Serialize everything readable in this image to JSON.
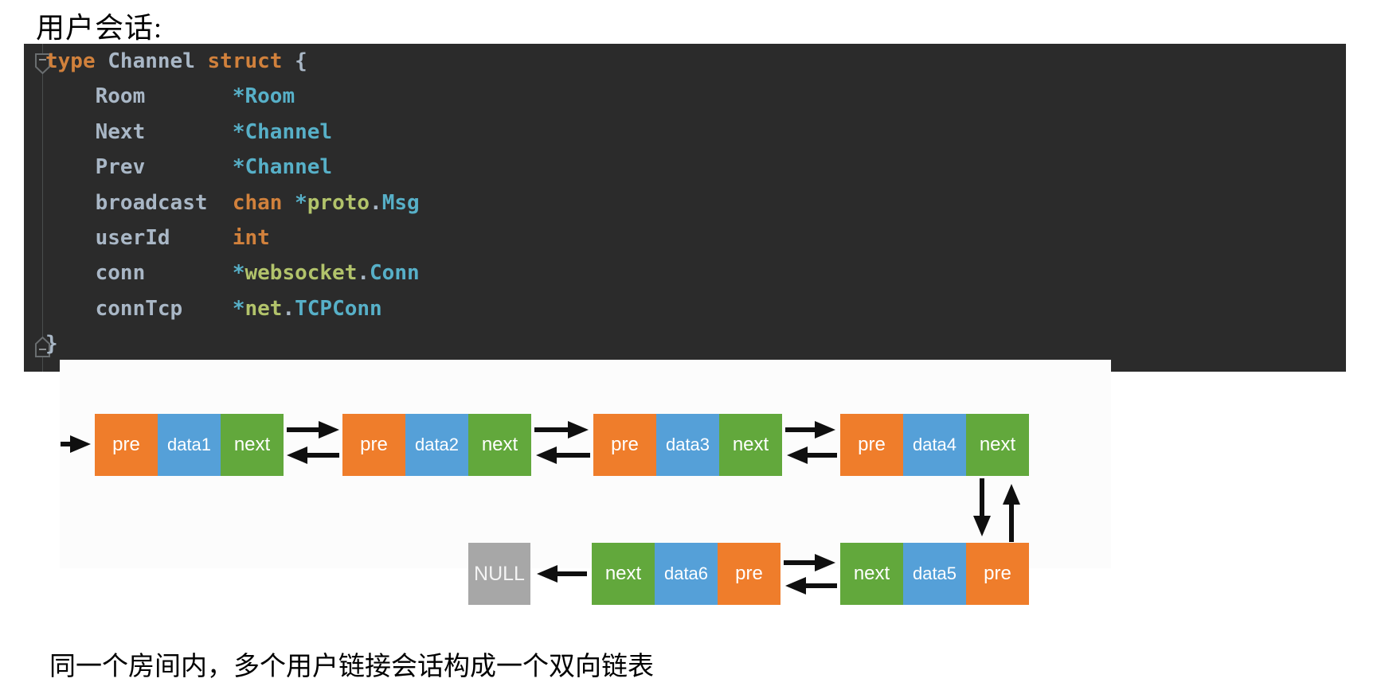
{
  "page": {
    "title": "用户会话:",
    "caption": "同一个房间内，多个用户链接会话构成一个双向链表"
  },
  "code_editor": {
    "language": "go",
    "background": "#2B2B2B",
    "syntax_colors": {
      "keyword": "#D1813C",
      "identifier": "#A9B7C6",
      "type": "#57B0C8",
      "package": "#B2C36B"
    },
    "lines": [
      {
        "tokens": [
          {
            "t": "type ",
            "c": "kw"
          },
          {
            "t": "Channel ",
            "c": "id"
          },
          {
            "t": "struct ",
            "c": "kw"
          },
          {
            "t": "{",
            "c": "plain"
          }
        ]
      },
      {
        "tokens": [
          {
            "t": "    ",
            "c": "plain"
          },
          {
            "t": "Room",
            "c": "id"
          },
          {
            "t": "       ",
            "c": "plain"
          },
          {
            "t": "*Room",
            "c": "type"
          }
        ]
      },
      {
        "tokens": [
          {
            "t": "    ",
            "c": "plain"
          },
          {
            "t": "Next",
            "c": "id"
          },
          {
            "t": "       ",
            "c": "plain"
          },
          {
            "t": "*Channel",
            "c": "type"
          }
        ]
      },
      {
        "tokens": [
          {
            "t": "    ",
            "c": "plain"
          },
          {
            "t": "Prev",
            "c": "id"
          },
          {
            "t": "       ",
            "c": "plain"
          },
          {
            "t": "*Channel",
            "c": "type"
          }
        ]
      },
      {
        "tokens": [
          {
            "t": "    ",
            "c": "plain"
          },
          {
            "t": "broadcast",
            "c": "id"
          },
          {
            "t": "  ",
            "c": "plain"
          },
          {
            "t": "chan ",
            "c": "kw"
          },
          {
            "t": "*",
            "c": "type"
          },
          {
            "t": "proto",
            "c": "pkg"
          },
          {
            "t": ".",
            "c": "plain"
          },
          {
            "t": "Msg",
            "c": "type"
          }
        ]
      },
      {
        "tokens": [
          {
            "t": "    ",
            "c": "plain"
          },
          {
            "t": "userId",
            "c": "id"
          },
          {
            "t": "     ",
            "c": "plain"
          },
          {
            "t": "int",
            "c": "kw"
          }
        ]
      },
      {
        "tokens": [
          {
            "t": "    ",
            "c": "plain"
          },
          {
            "t": "conn",
            "c": "id"
          },
          {
            "t": "       ",
            "c": "plain"
          },
          {
            "t": "*",
            "c": "type"
          },
          {
            "t": "websocket",
            "c": "pkg"
          },
          {
            "t": ".",
            "c": "plain"
          },
          {
            "t": "Conn",
            "c": "type"
          }
        ]
      },
      {
        "tokens": [
          {
            "t": "    ",
            "c": "plain"
          },
          {
            "t": "connTcp",
            "c": "id"
          },
          {
            "t": "    ",
            "c": "plain"
          },
          {
            "t": "*",
            "c": "type"
          },
          {
            "t": "net",
            "c": "pkg"
          },
          {
            "t": ".",
            "c": "plain"
          },
          {
            "t": "TCPConn",
            "c": "type"
          }
        ]
      },
      {
        "tokens": [
          {
            "t": "}",
            "c": "plain"
          }
        ]
      }
    ]
  },
  "diagram": {
    "type": "doubly-linked-list",
    "colors": {
      "pre": "#EF7D2B",
      "data": "#55A0D8",
      "next": "#62A83C",
      "null_box": "#A7A7A7",
      "arrow": "#0F0F0F",
      "label_text": "#FFFFFF"
    },
    "null_label": "NULL",
    "row1_nodes": [
      {
        "cells": [
          {
            "role": "pre",
            "label": "pre"
          },
          {
            "role": "data",
            "label": "data1"
          },
          {
            "role": "next",
            "label": "next"
          }
        ]
      },
      {
        "cells": [
          {
            "role": "pre",
            "label": "pre"
          },
          {
            "role": "data",
            "label": "data2"
          },
          {
            "role": "next",
            "label": "next"
          }
        ]
      },
      {
        "cells": [
          {
            "role": "pre",
            "label": "pre"
          },
          {
            "role": "data",
            "label": "data3"
          },
          {
            "role": "next",
            "label": "next"
          }
        ]
      },
      {
        "cells": [
          {
            "role": "pre",
            "label": "pre"
          },
          {
            "role": "data",
            "label": "data4"
          },
          {
            "role": "next",
            "label": "next"
          }
        ]
      }
    ],
    "row2_nodes": [
      {
        "cells": [
          {
            "role": "next",
            "label": "next"
          },
          {
            "role": "data",
            "label": "data6"
          },
          {
            "role": "pre",
            "label": "pre"
          }
        ]
      },
      {
        "cells": [
          {
            "role": "next",
            "label": "next"
          },
          {
            "role": "data",
            "label": "data5"
          },
          {
            "role": "pre",
            "label": "pre"
          }
        ]
      }
    ]
  }
}
